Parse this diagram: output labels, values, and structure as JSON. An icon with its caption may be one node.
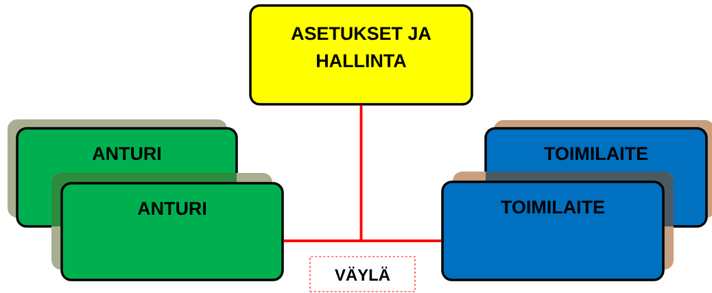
{
  "diagram": {
    "nodes": [
      {
        "text": [
          "ASETUKSET JA HALLINTA"
        ]
      },
      {
        "text": [
          "ANTURI"
        ]
      },
      {
        "text": [
          "ANTURI"
        ]
      },
      {
        "text": [
          "TOIMILAITE"
        ]
      },
      {
        "text": [
          "TOIMILAITE"
        ]
      },
      {
        "text": [
          "VÄYLÄ"
        ]
      }
    ],
    "edges": [
      {
        "from": 0,
        "to": 2,
        "arrow": "none"
      },
      {
        "from": 0,
        "to": 4,
        "arrow": "none"
      },
      {
        "from": 2,
        "to": 4,
        "arrow": "none"
      }
    ]
  }
}
